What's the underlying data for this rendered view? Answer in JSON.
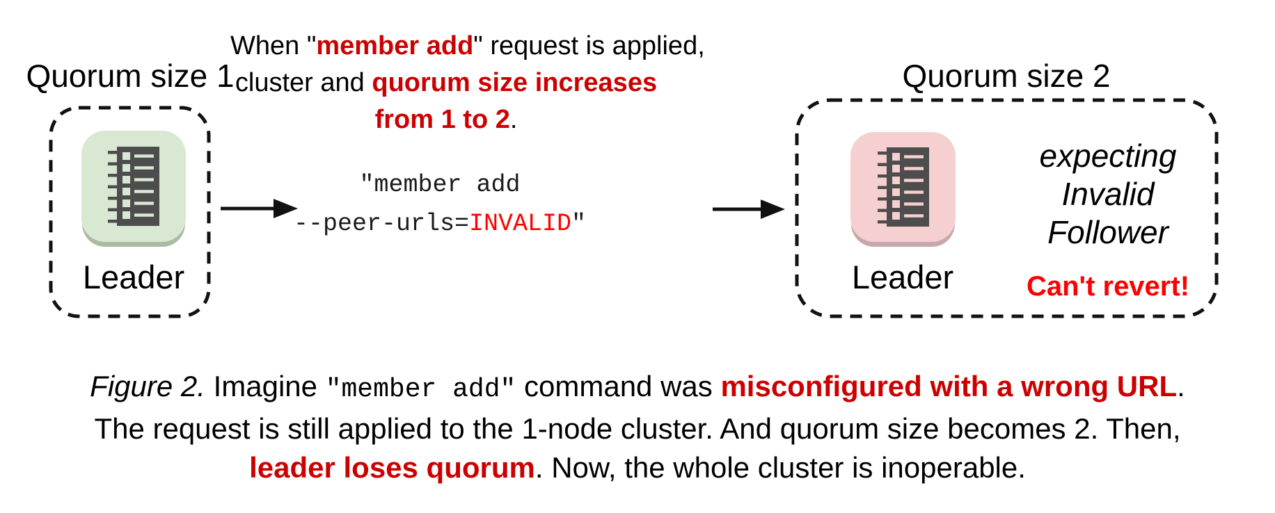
{
  "colors": {
    "dark_red": "#cc0000",
    "bright_red": "#fe0000",
    "green_tile": "#d9e8d3",
    "green_tile_shadow": "#a9bba1",
    "pink_tile": "#f6d0d0",
    "pink_tile_shadow": "#c6a7aa",
    "icon_dark": "#4d4d4d",
    "line_black": "#111111"
  },
  "left_cluster": {
    "title": "Quorum size 1",
    "node_label": "Leader"
  },
  "right_cluster": {
    "title": "Quorum size 2",
    "node_label": "Leader",
    "expecting_lines": [
      "expecting",
      "Invalid",
      "Follower"
    ],
    "warning": "Can't revert!"
  },
  "annotation": {
    "l1_pre": "When \"",
    "l1_em": "member add",
    "l1_post": "\" request is applied,",
    "l2_pre": "cluster and ",
    "l2_em": "quorum size increases",
    "l3_em": "from 1 to 2",
    "l3_post": "."
  },
  "command": {
    "line1": "\"member add",
    "line2_pre": "--peer-urls=",
    "line2_em": "INVALID",
    "line2_post": "\""
  },
  "caption": {
    "figure_label": "Figure 2.",
    "t1": " Imagine ",
    "code1": "\"member add\"",
    "t2": " command was ",
    "em1": "misconfigured with a wrong URL",
    "t3": ".",
    "line2": "The request is still applied to the 1-node cluster. And quorum size becomes 2. Then,",
    "em2": "leader loses quorum",
    "t4": ". Now, the whole cluster is inoperable."
  }
}
